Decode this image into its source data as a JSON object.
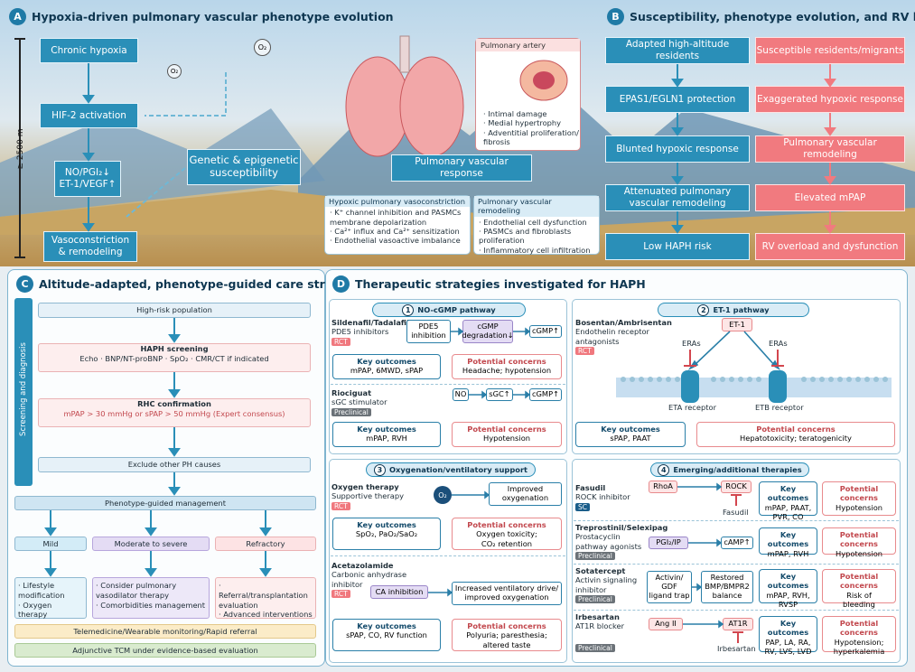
{
  "A": {
    "badge": "A",
    "title": "Hypoxia-driven pulmonary vascular phenotype evolution",
    "altitude": "≥ 2500 m",
    "chronic": "Chronic hypoxia",
    "hif": "HIF-2 activation",
    "no1": "NO/PGI₂↓",
    "no2": "ET-1/VEGF↑",
    "vaso1": "Vasoconstriction",
    "vaso2": "& remodeling",
    "gen1": "Genetic & epigenetic",
    "gen2": "susceptibility",
    "o2": "O₂",
    "pa": "Pulmonary artery",
    "pa1": "· Intimal damage",
    "pa2": "· Medial hypertrophy",
    "pa3": "· Adventitial proliferation/",
    "pa4": "  fibrosis",
    "pvr": "Pulmonary vascular response",
    "hpv": "Hypoxic pulmonary vasoconstriction",
    "hpv1": "· K⁺ channel inhibition and PASMCs",
    "hpv1b": "  membrane depolarization",
    "hpv2": "· Ca²⁺ influx and Ca²⁺ sensitization",
    "hpv3": "· Endothelial vasoactive imbalance",
    "pvrm": "Pulmonary vascular remodeling",
    "pvrm1": "· Endothelial cell dysfunction",
    "pvrm2": "· PASMCs and fibroblasts",
    "pvrm2b": "  proliferation",
    "pvrm3": "· Inflammatory cell infiltration"
  },
  "B": {
    "badge": "B",
    "title": "Susceptibility, phenotype evolution, and RV burden",
    "l1": "Adapted high-altitude residents",
    "l2": "EPAS1/EGLN1 protection",
    "l3": "Blunted hypoxic response",
    "l4a": "Attenuated pulmonary",
    "l4b": "vascular remodeling",
    "l5": "Low HAPH risk",
    "r1": "Susceptible residents/migrants",
    "r2": "Exaggerated hypoxic response",
    "r3": "Pulmonary vascular remodeling",
    "r4": "Elevated mPAP",
    "r5": "RV overload and dysfunction"
  },
  "C": {
    "badge": "C",
    "title": "Altitude-adapted, phenotype-guided care strategy",
    "side": "Screening and diagnosis",
    "s1": "High-risk population",
    "s2": "HAPH screening",
    "s2b": "Echo · BNP/NT-proBNP · SpO₂ · CMR/CT if indicated",
    "s3": "RHC confirmation",
    "s3b": "mPAP > 30 mmHg or sPAP > 50 mmHg (Expert consensus)",
    "s4": "Exclude other PH causes",
    "pgm": "Phenotype-guided management",
    "mild": "Mild",
    "mod": "Moderate to severe",
    "ref": "Refractory",
    "m1": "· Lifestyle",
    "m1b": "  modification",
    "m2": "· Oxygen therapy",
    "d1": "· Consider pulmonary",
    "d1b": "  vasodilator therapy",
    "d2": "· Comorbidities management",
    "r1": "· Referral/transplantation",
    "r1b": "  evaluation",
    "r2": "· Advanced interventions",
    "tele": "Telemedicine/Wearable monitoring/Rapid referral",
    "tcm": "Adjunctive TCM under evidence-based evaluation"
  },
  "D": {
    "badge": "D",
    "title": "Therapeutic strategies investigated for HAPH",
    "p1": {
      "n": "1",
      "title": "NO-cGMP pathway",
      "drug": "Sildenafil/Tadalafil",
      "cls": "PDE5 inhibitors",
      "tag": "RCT",
      "m1": "PDE5",
      "m1b": "inhibition",
      "m2": "cGMP",
      "m2b": "degradation↓",
      "m3": "cGMP↑",
      "koh": "Key outcomes",
      "ko": "mPAP, 6MWD, sPAP",
      "pch": "Potential concerns",
      "pc": "Headache; hypotension",
      "drug2": "Riociguat",
      "cls2": "sGC stimulator",
      "tag2": "Preclinical",
      "n1": "NO",
      "n2": "sGC↑",
      "n3": "cGMP↑",
      "ko2": "mPAP, RVH",
      "pc2": "Hypotension"
    },
    "p2": {
      "n": "2",
      "title": "ET-1 pathway",
      "drug": "Bosentan/Ambrisentan",
      "cls": "Endothelin receptor",
      "clsb": "antagonists",
      "tag": "RCT",
      "et1": "ET-1",
      "era1": "ERAs",
      "era2": "ERAs",
      "rA": "ETA receptor",
      "rB": "ETB receptor",
      "ko": "sPAP, PAAT",
      "pc": "Hepatotoxicity; teratogenicity"
    },
    "p3": {
      "n": "3",
      "title": "Oxygenation/ventilatory support",
      "drug": "Oxygen therapy",
      "cls": "Supportive therapy",
      "tag": "RCT",
      "o2": "O₂",
      "imp": "Improved",
      "impb": "oxygenation",
      "ko": "SpO₂, PaO₂/SaO₂",
      "pc": "Oxygen toxicity;",
      "pcb": "CO₂ retention",
      "drug2": "Acetazolamide",
      "cls2": "Carbonic anhydrase",
      "cls2b": "inhibitor",
      "tag2": "RCT",
      "ca": "CA inhibition",
      "inc": "Increased ventilatory drive/",
      "incb": "improved oxygenation",
      "ko2": "sPAP, CO, RV function",
      "pc2": "Polyuria; paresthesia;",
      "pc2b": "altered taste"
    },
    "p4": {
      "n": "4",
      "title": "Emerging/additional therapies",
      "f": "Fasudil",
      "fc": "ROCK inhibitor",
      "ft": "SC",
      "rhoa": "RhoA",
      "rock": "ROCK",
      "fas": "Fasudil",
      "fko": "mPAP, PAAT,",
      "fkob": "PVR, CO",
      "fpc": "Hypotension",
      "t": "Treprostinil/Selexipag",
      "tc": "Prostacyclin",
      "tcb": "pathway agonists",
      "tt": "Preclinical",
      "pgi": "PGI₂/IP",
      "camp": "cAMP↑",
      "tko": "mPAP, RVH",
      "tpc": "Hypotension",
      "s": "Sotatercept",
      "sc": "Activin signaling",
      "scb": "inhibitor",
      "st": "Preclinical",
      "act": "Activin/",
      "actb": "GDF",
      "actc": "ligand trap",
      "rest": "Restored",
      "restb": "BMP/BMPR2",
      "restc": "balance",
      "sko": "mPAP, RVH,",
      "skob": "RVSP",
      "spc": "Risk of",
      "spcb": "bleeding",
      "i": "Irbesartan",
      "ic": "AT1R blocker",
      "it": "Preclinical",
      "ang": "Ang II",
      "at1r": "AT1R",
      "irb": "Irbesartan",
      "iko": "PAP, LA, RA,",
      "ikob": "RV, LVS, LVD",
      "ipc": "Hypotension;",
      "ipcb": "hyperkalemia"
    }
  }
}
